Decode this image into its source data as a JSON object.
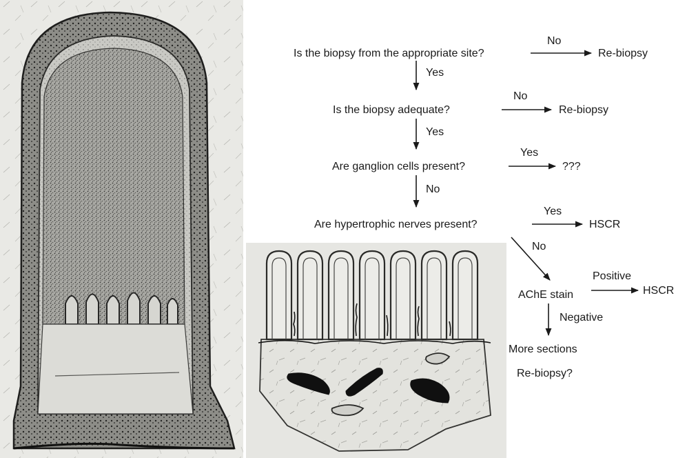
{
  "flowchart": {
    "q_site": "Is the biopsy from the appropriate site?",
    "q_adequate": "Is the biopsy adequate?",
    "q_ganglion": "Are ganglion cells present?",
    "q_hypertrophic": "Are hypertrophic nerves present?",
    "ache_stain": "AChE stain",
    "more_sections": "More sections",
    "rebiopsy_question": "Re-biopsy?",
    "outcome_rebiopsy": "Re-biopsy",
    "outcome_unknown": "???",
    "outcome_hscr": "HSCR",
    "label_yes": "Yes",
    "label_no": "No",
    "label_positive": "Positive",
    "label_negative": "Negative"
  },
  "illustrations": {
    "left": "rectal-biopsy-section-drawing",
    "inset": "submucosa-hypertrophic-nerves-drawing"
  }
}
